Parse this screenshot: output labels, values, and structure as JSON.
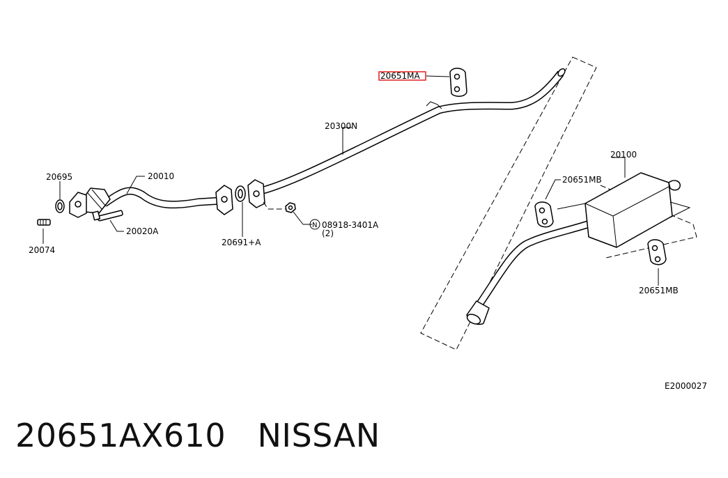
{
  "diagram": {
    "labels": {
      "p20651MA": "20651MA",
      "p20300N": "20300N",
      "p20695": "20695",
      "p20010": "20010",
      "p20074": "20074",
      "p20020A": "20020A",
      "p20691A": "20691+A",
      "nut_symbol": "N",
      "nut_part": "08918-3401A",
      "nut_qty": "(2)",
      "p20100": "20100",
      "p20651MB_top": "20651MB",
      "p20651MB_bottom": "20651MB",
      "diagram_code": "E2000027"
    },
    "highlight_color": "#e02020"
  },
  "caption": {
    "part_number": "20651AX610",
    "brand": "NISSAN"
  }
}
